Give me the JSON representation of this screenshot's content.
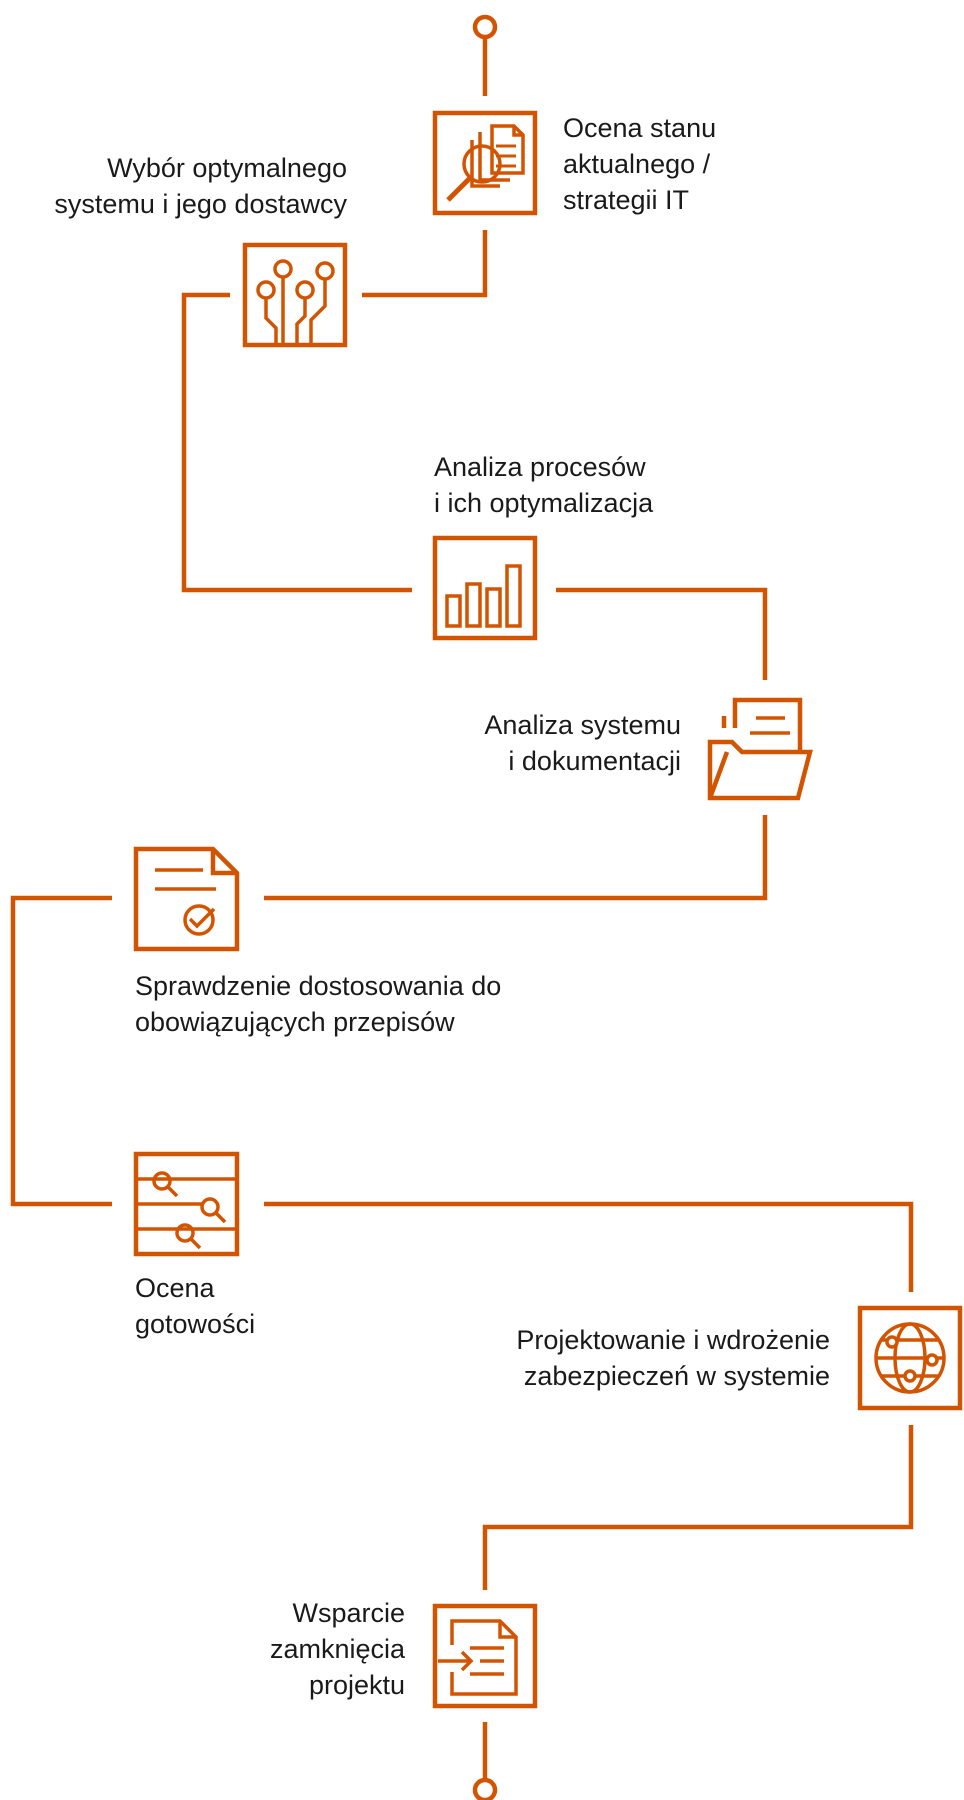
{
  "accent_color": "#d35400",
  "steps": [
    {
      "icon": "documents-magnifier-icon",
      "lines": [
        "Ocena stanu",
        "aktualnego /",
        "strategii IT"
      ]
    },
    {
      "icon": "circuit-icon",
      "lines": [
        "Wybór optymalnego",
        "systemu i jego dostawcy"
      ]
    },
    {
      "icon": "bar-chart-icon",
      "lines": [
        "Analiza procesów",
        "i ich optymalizacja"
      ]
    },
    {
      "icon": "folder-icon",
      "lines": [
        "Analiza systemu",
        "i dokumentacji"
      ]
    },
    {
      "icon": "document-check-icon",
      "lines": [
        "Sprawdzenie dostosowania do",
        "obowiązujących przepisów"
      ]
    },
    {
      "icon": "list-search-icon",
      "lines": [
        "Ocena",
        "gotowości"
      ]
    },
    {
      "icon": "globe-network-icon",
      "lines": [
        "Projektowanie i wdrożenie",
        "zabezpieczeń w systemie"
      ]
    },
    {
      "icon": "document-arrow-icon",
      "lines": [
        "Wsparcie",
        "zamknięcia",
        "projektu"
      ]
    }
  ]
}
